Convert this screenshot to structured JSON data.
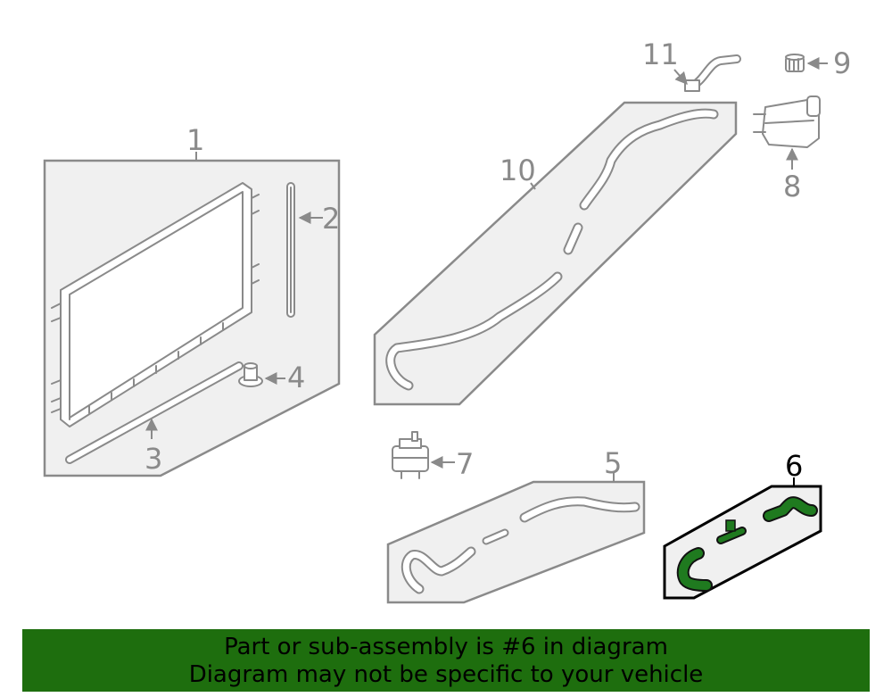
{
  "callouts": {
    "c1": "1",
    "c2": "2",
    "c3": "3",
    "c4": "4",
    "c5": "5",
    "c6": "6",
    "c7": "7",
    "c8": "8",
    "c9": "9",
    "c10": "10",
    "c11": "11"
  },
  "selected_part": "6",
  "colors": {
    "highlight_fill": "#1f7a1f",
    "banner_bg": "#1e6e0e",
    "line_gray": "#8a8a8a"
  },
  "banner": {
    "line1": "Part or sub-assembly is #6 in diagram",
    "line2": "Diagram may not be specific to your vehicle"
  }
}
